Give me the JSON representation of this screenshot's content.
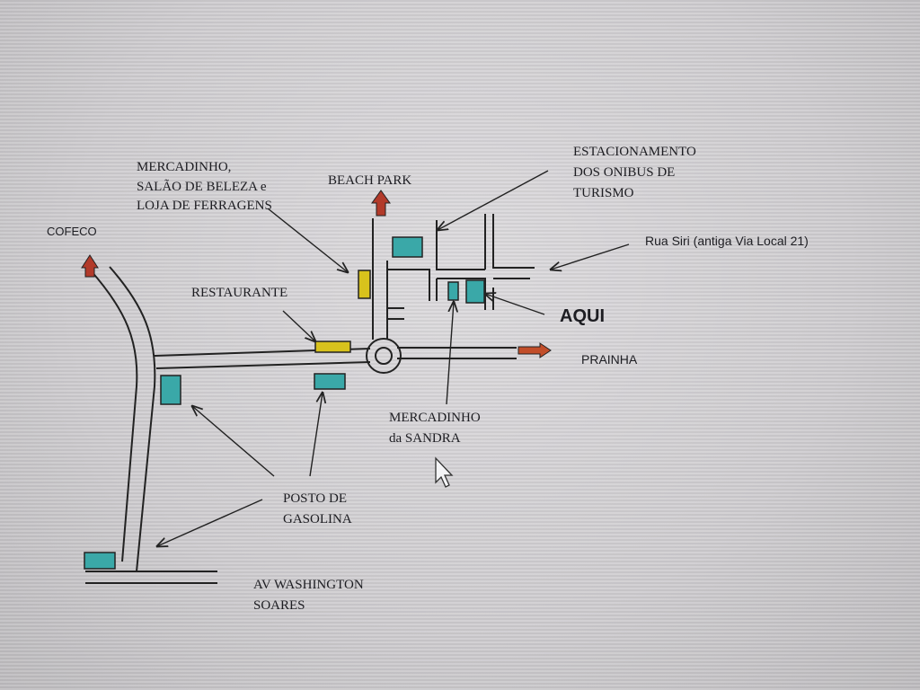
{
  "colors": {
    "teal": "#3aa8a8",
    "yellow": "#d8c21c",
    "red": "#b23a2a",
    "orange": "#c24e2a",
    "ink": "#1d1d22"
  },
  "labels": {
    "mercadinho_salao": [
      "MERCADINHO,",
      "SALÃO DE BELEZA e",
      "LOJA DE FERRAGENS"
    ],
    "beach_park": "BEACH PARK",
    "estacionamento": [
      "ESTACIONAMENTO",
      "DOS ONIBUS DE",
      "TURISMO"
    ],
    "cofeco": "COFECO",
    "rua_siri": "Rua Siri (antiga Via Local 21)",
    "restaurante": "RESTAURANTE",
    "aqui": "AQUI",
    "prainha": "PRAINHA",
    "mercadinho_sandra": [
      "MERCADINHO",
      "da SANDRA"
    ],
    "posto": [
      "POSTO DE",
      "GASOLINA"
    ],
    "av_washington": [
      "AV  WASHINGTON",
      "SOARES"
    ]
  },
  "icons": {
    "cursor": "mouse-pointer-icon",
    "arrow_up": "red-up-arrow-icon",
    "arrow_right": "orange-right-arrow-icon"
  }
}
